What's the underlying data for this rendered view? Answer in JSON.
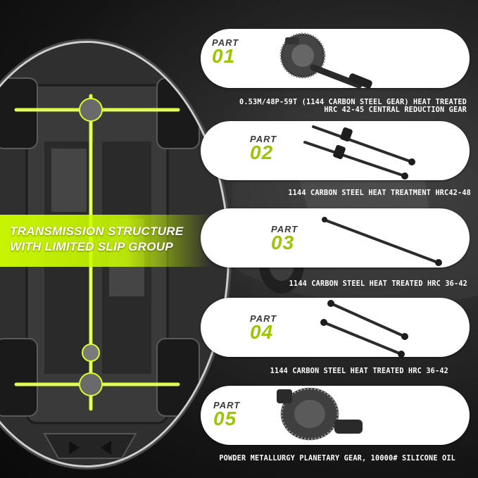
{
  "banner": {
    "line1": "TRANSMISSION STRUCTURE",
    "line2": "WITH LIMITED SLIP GROUP"
  },
  "parts": [
    {
      "word": "PART",
      "num": "01",
      "caption_l1": "0.53M/48P-59T (1144 CARBON STEEL GEAR) HEAT TREATED",
      "caption_l2": "HRC 42-45 CENTRAL REDUCTION GEAR"
    },
    {
      "word": "PART",
      "num": "02",
      "caption_l1": "1144 CARBON STEEL HEAT TREATMENT HRC42-48"
    },
    {
      "word": "PART",
      "num": "03",
      "caption_l1": "1144 CARBON STEEL HEAT TREATED HRC 36-42"
    },
    {
      "word": "PART",
      "num": "04",
      "caption_l1": "1144 CARBON STEEL HEAT TREATED HRC 36-42"
    },
    {
      "word": "PART",
      "num": "05",
      "caption_l1": "POWDER METALLURGY PLANETARY GEAR, 10000# SILICONE OIL"
    }
  ],
  "colors": {
    "accent": "#ccff00",
    "accent_text": "#9cc600",
    "pill": "#ffffff",
    "background": "#141414"
  }
}
